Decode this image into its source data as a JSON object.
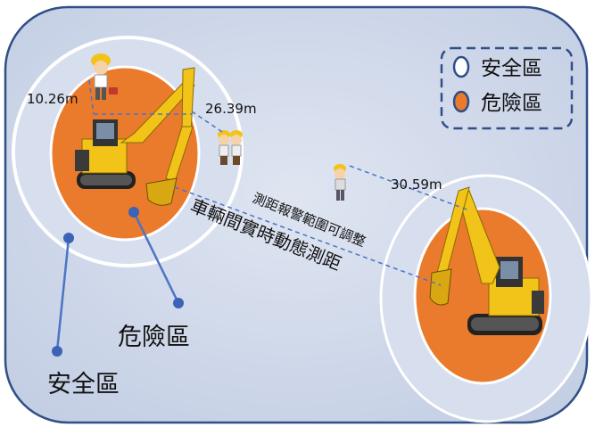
{
  "legend": {
    "safe_label": "安全區",
    "danger_label": "危險區"
  },
  "distances": {
    "worker_left": "10.26m",
    "worker_middle": "26.39m",
    "worker_right": "30.59m"
  },
  "captions": {
    "line1": "測距報警範圍可調整",
    "line2": "車輛間實時動態測距"
  },
  "callouts": {
    "danger_label": "危險區",
    "safe_label": "安全區"
  },
  "colors": {
    "background": "#cfd8ea",
    "border": "#2f4f86",
    "danger": "#ea7a2c",
    "danger_outline": "#ffffff",
    "safe_ring": "#dde4f1",
    "callout_line": "#4a74c4",
    "dashed_line": "#4a74c4",
    "excavator": "#f2c318"
  }
}
